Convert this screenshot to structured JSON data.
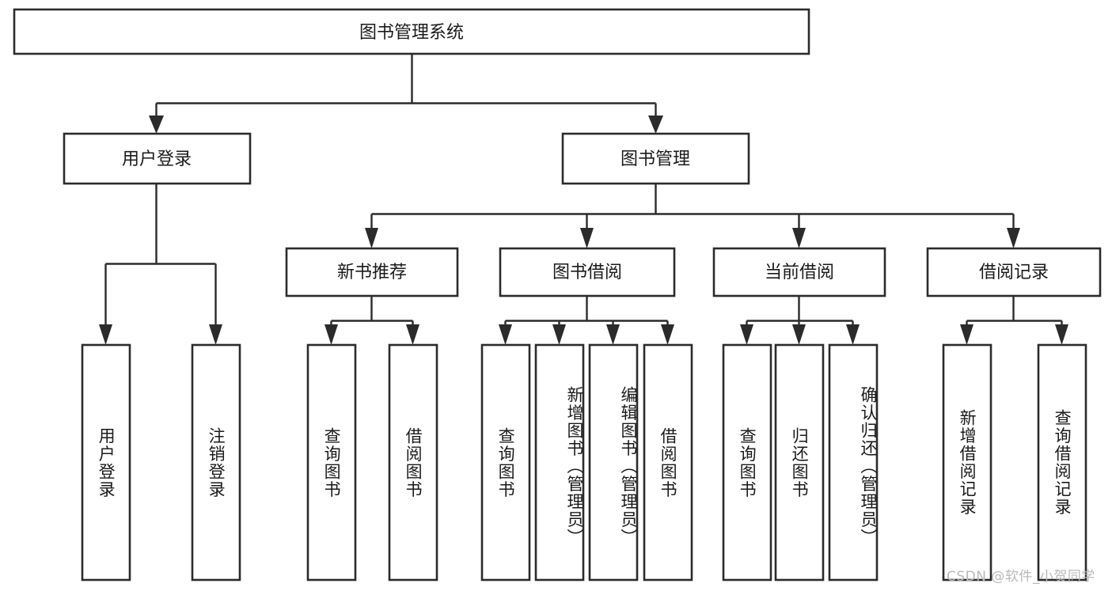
{
  "diagram": {
    "type": "tree",
    "title_node": {
      "label": "图书管理系统"
    },
    "level2": [
      {
        "id": "user-login",
        "label": "用户登录"
      },
      {
        "id": "book-manage",
        "label": "图书管理"
      }
    ],
    "level3": [
      {
        "id": "new-book-recommend",
        "label": "新书推荐",
        "parent": "book-manage"
      },
      {
        "id": "book-borrow",
        "label": "图书借阅",
        "parent": "book-manage"
      },
      {
        "id": "current-borrow",
        "label": "当前借阅",
        "parent": "book-manage"
      },
      {
        "id": "borrow-record",
        "label": "借阅记录",
        "parent": "book-manage"
      }
    ],
    "leaves": {
      "user-login": [
        {
          "id": "leaf-user-login",
          "label": "用户登录"
        },
        {
          "id": "leaf-logout-login",
          "label": "注销登录"
        }
      ],
      "new-book-recommend": [
        {
          "id": "leaf-query-book-1",
          "label": "查询图书"
        },
        {
          "id": "leaf-borrow-book-1",
          "label": "借阅图书"
        }
      ],
      "book-borrow": [
        {
          "id": "leaf-query-book-2",
          "label": "查询图书"
        },
        {
          "id": "leaf-add-book",
          "label": "新增图书（管理员）"
        },
        {
          "id": "leaf-edit-book",
          "label": "编辑图书（管理员）"
        },
        {
          "id": "leaf-borrow-book-2",
          "label": "借阅图书"
        }
      ],
      "current-borrow": [
        {
          "id": "leaf-query-book-3",
          "label": "查询图书"
        },
        {
          "id": "leaf-return-book",
          "label": "归还图书"
        },
        {
          "id": "leaf-confirm-return",
          "label": "确认归还（管理员）"
        }
      ],
      "borrow-record": [
        {
          "id": "leaf-add-record",
          "label": "新增借阅记录"
        },
        {
          "id": "leaf-query-record",
          "label": "查询借阅记录"
        }
      ]
    },
    "colors": {
      "box_stroke": "#2b2b2b",
      "box_fill": "#ffffff",
      "text": "#1a1a1a",
      "background": "#ffffff",
      "watermark": "#b9b9b9"
    }
  },
  "watermark": {
    "text": "CSDN @软件_小贺同学"
  }
}
